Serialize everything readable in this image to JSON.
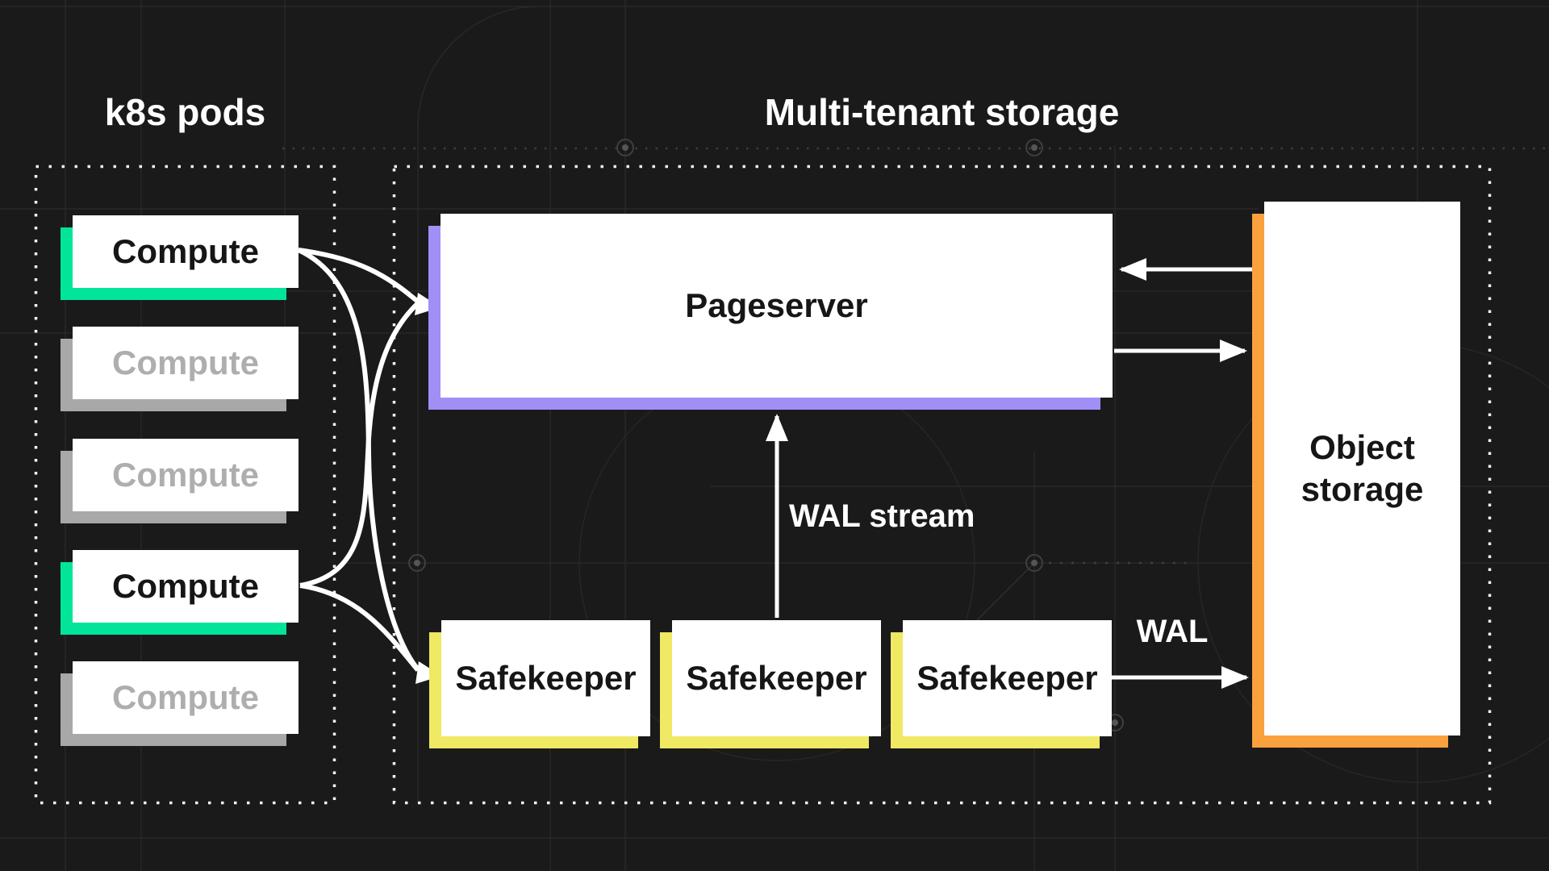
{
  "titles": {
    "pods": "k8s pods",
    "storage": "Multi-tenant storage"
  },
  "pods_section": {
    "computes": [
      {
        "label": "Compute",
        "state": "active"
      },
      {
        "label": "Compute",
        "state": "inactive"
      },
      {
        "label": "Compute",
        "state": "inactive"
      },
      {
        "label": "Compute",
        "state": "active"
      },
      {
        "label": "Compute",
        "state": "inactive"
      }
    ]
  },
  "storage_section": {
    "pageserver_label": "Pageserver",
    "safekeeper_labels": [
      "Safekeeper",
      "Safekeeper",
      "Safekeeper"
    ],
    "object_storage_label": "Object storage"
  },
  "edge_labels": {
    "wal_stream": "WAL stream",
    "wal": "WAL"
  },
  "colors": {
    "background": "#1a1a1a",
    "box": "#ffffff",
    "text_dark": "#161616",
    "text_light": "#ffffff",
    "inactive_text": "#aeaeae",
    "inactive_accent": "#a8a8a8",
    "active_accent_green": "#00e599",
    "pageserver_accent_purple": "#a18ff5",
    "safekeeper_accent_yellow": "#efe964",
    "object_storage_accent_orange": "#f9a13d",
    "arrow": "#ffffff"
  }
}
